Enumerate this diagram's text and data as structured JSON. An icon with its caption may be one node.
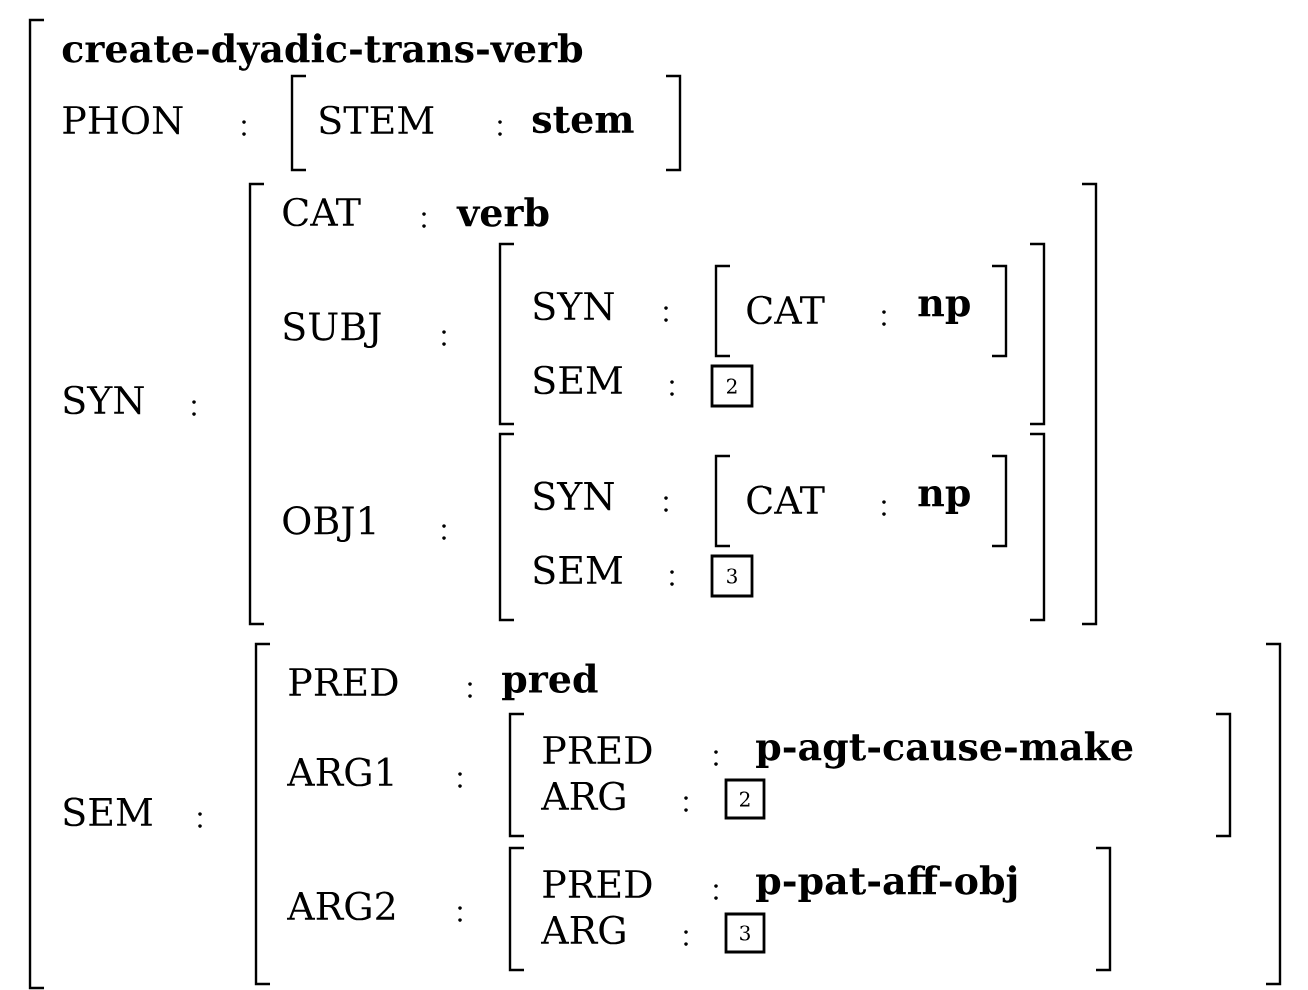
{
  "diagram": {
    "nodes": [
      {
        "text": [
          "create-dyadic-trans-verb",
          "PHON",
          "SYN",
          "SEM"
        ]
      },
      {
        "text": [
          "STEM",
          "stem"
        ]
      },
      {
        "text": [
          "CAT",
          "verb",
          "SUBJ",
          "OBJ1"
        ]
      },
      {
        "text": [
          "SYN",
          "SEM"
        ],
        "in": 2
      },
      {
        "text": [
          "CAT",
          "np"
        ],
        "in": 3
      },
      {
        "text": [
          "2"
        ],
        "in": 3
      },
      {
        "text": [
          "SYN",
          "SEM"
        ],
        "in": 2
      },
      {
        "text": [
          "CAT",
          "np"
        ],
        "in": 6
      },
      {
        "text": [
          "3"
        ],
        "in": 6
      },
      {
        "text": [
          "PRED",
          "pred",
          "ARG1",
          "ARG2"
        ]
      },
      {
        "text": [
          "PRED",
          "p-agt-cause-make",
          "ARG"
        ],
        "in": 9
      },
      {
        "text": [
          "2"
        ],
        "in": 10
      },
      {
        "text": [
          "PRED",
          "p-pat-aff-obj",
          "ARG"
        ],
        "in": 9
      },
      {
        "text": [
          "3"
        ],
        "in": 12
      }
    ]
  }
}
